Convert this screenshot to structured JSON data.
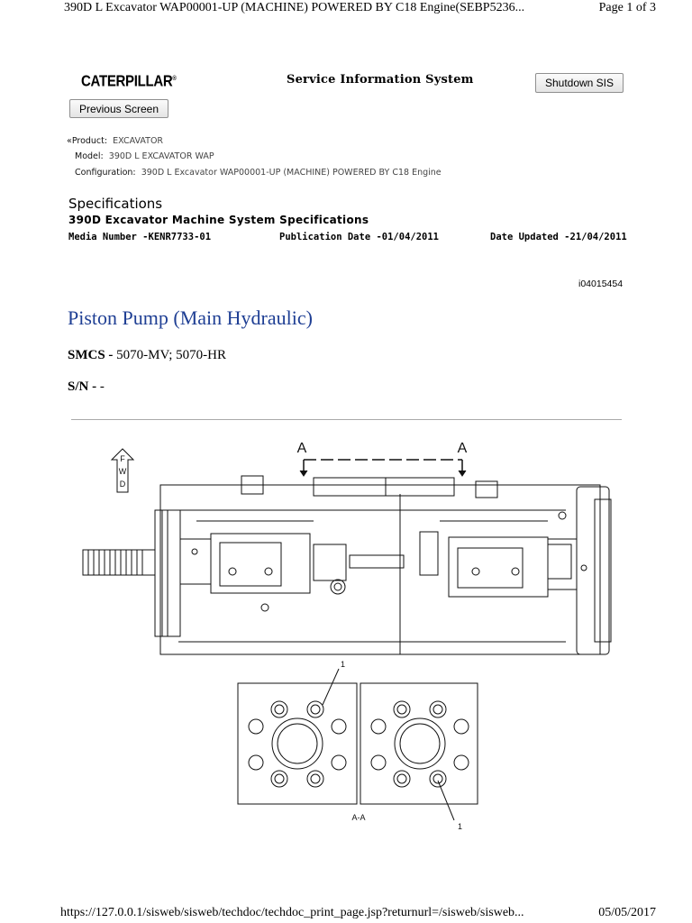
{
  "print_header": {
    "title": "390D L Excavator WAP00001-UP (MACHINE) POWERED BY C18 Engine(SEBP5236...",
    "page": "Page 1 of 3"
  },
  "header": {
    "logo_text": "CATERPILLAR",
    "logo_mark": "®",
    "system_title": "Service Information System",
    "shutdown_label": "Shutdown SIS",
    "previous_label": "Previous Screen"
  },
  "meta": {
    "product_label": "Product:",
    "product_value": "EXCAVATOR",
    "model_label": "Model:",
    "model_value": "390D L EXCAVATOR WAP",
    "config_label": "Configuration:",
    "config_value": "390D L Excavator WAP00001-UP (MACHINE) POWERED BY C18 Engine"
  },
  "doc": {
    "section": "Specifications",
    "subtitle": "390D Excavator Machine System Specifications",
    "media_number": "Media Number -KENR7733-01",
    "publication_date": "Publication Date -01/04/2011",
    "date_updated": "Date Updated -21/04/2011",
    "doc_id": "i04015454",
    "title": "Piston Pump (Main Hydraulic)",
    "smcs_label": "SMCS -",
    "smcs_value": "5070-MV; 5070-HR",
    "sn_label": "S/N -",
    "sn_value": "-"
  },
  "figure": {
    "fwd_letters": [
      "F",
      "W",
      "D"
    ],
    "section_marker": "A",
    "section_label": "A-A",
    "callout": "1"
  },
  "footer": {
    "url": "https://127.0.0.1/sisweb/sisweb/techdoc/techdoc_print_page.jsp?returnurl=/sisweb/sisweb...",
    "date": "05/05/2017"
  }
}
